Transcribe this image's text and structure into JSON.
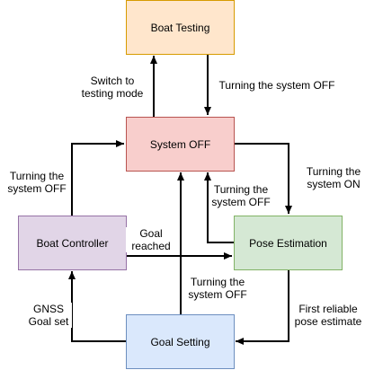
{
  "nodes": {
    "boat_testing": {
      "label": "Boat Testing",
      "fill": "#ffe6cc",
      "stroke": "#d79b00"
    },
    "system_off": {
      "label": "System OFF",
      "fill": "#f8cecc",
      "stroke": "#b85450"
    },
    "pose_estimation": {
      "label": "Pose Estimation",
      "fill": "#d5e8d4",
      "stroke": "#82b366"
    },
    "boat_controller": {
      "label": "Boat Controller",
      "fill": "#e1d5e7",
      "stroke": "#9673a6"
    },
    "goal_setting": {
      "label": "Goal Setting",
      "fill": "#dae8fc",
      "stroke": "#6c8ebf"
    }
  },
  "edges": {
    "off_to_testing": [
      "Switch to",
      "testing mode"
    ],
    "testing_to_off": [
      "Turning the system OFF"
    ],
    "off_to_pose": [
      "Turning the",
      "system ON"
    ],
    "pose_to_off": [
      "Turning the",
      "system OFF"
    ],
    "controller_to_off": [
      "Turning the",
      "system OFF"
    ],
    "controller_to_pose": [
      "Goal",
      "reached"
    ],
    "goal_to_off": [
      "Turning the",
      "system OFF"
    ],
    "pose_to_goal": [
      "First reliable",
      "pose estimate"
    ],
    "goal_to_controller": [
      "GNSS",
      "Goal set"
    ]
  },
  "edge_color": "#000000"
}
